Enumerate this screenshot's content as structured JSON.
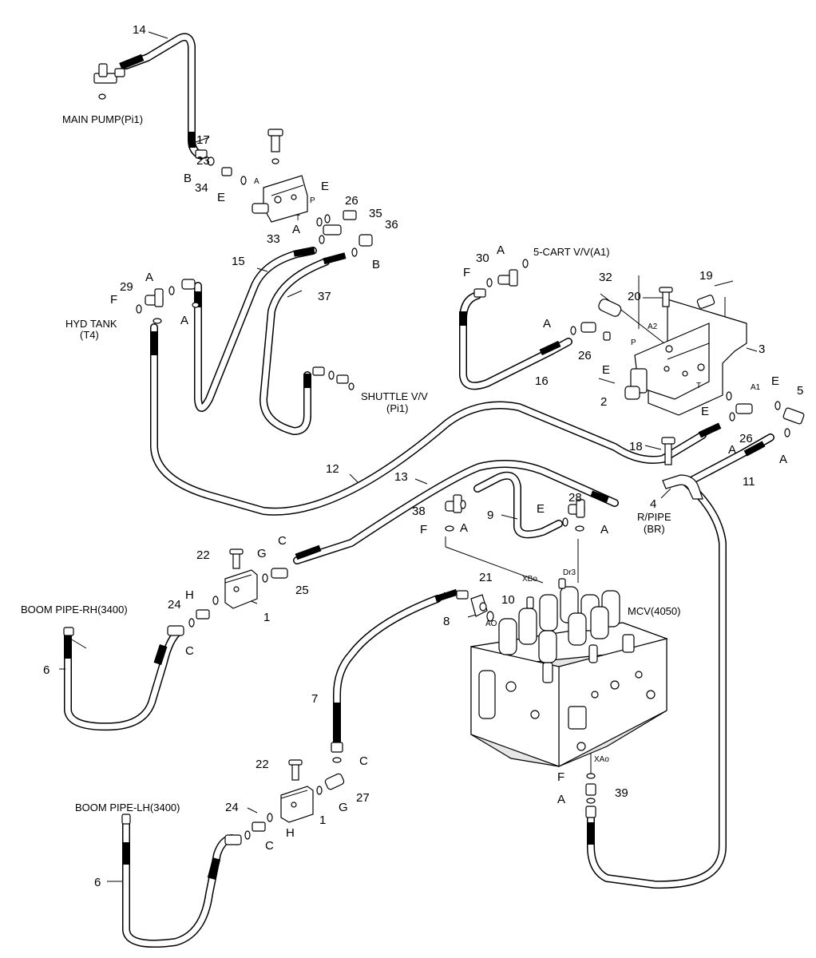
{
  "labels": {
    "main_pump": "MAIN PUMP(Pi1)",
    "hyd_tank_1": "HYD TANK",
    "hyd_tank_2": "(T4)",
    "shuttle_1": "SHUTTLE V/V",
    "shuttle_2": "(Pi1)",
    "cart_vv": "5-CART V/V(A1)",
    "rpipe_1": "R/PIPE",
    "rpipe_2": "(BR)",
    "boom_rh": "BOOM PIPE-RH(3400)",
    "boom_lh": "BOOM PIPE-LH(3400)",
    "mcv": "MCV(4050)",
    "port_a2": "A2",
    "port_p": "P",
    "port_t": "T",
    "port_a1": "A1",
    "port_xbo": "XBo",
    "port_dr3": "Dr3",
    "port_ao": "AO",
    "port_xao": "XAo",
    "port_a_small": "A",
    "port_p_small": "P",
    "port_t_small": "T"
  },
  "part_numbers": {
    "n1a": "1",
    "n1b": "1",
    "n2": "2",
    "n3": "3",
    "n4": "4",
    "n5": "5",
    "n6a": "6",
    "n6b": "6",
    "n7": "7",
    "n8": "8",
    "n9": "9",
    "n10": "10",
    "n11": "11",
    "n12": "12",
    "n13": "13",
    "n14": "14",
    "n15": "15",
    "n16": "16",
    "n17": "17",
    "n18": "18",
    "n19": "19",
    "n20": "20",
    "n21": "21",
    "n22a": "22",
    "n22b": "22",
    "n23": "23",
    "n24a": "24",
    "n24b": "24",
    "n25": "25",
    "n26a": "26",
    "n26b": "26",
    "n26c": "26",
    "n27": "27",
    "n28": "28",
    "n29": "29",
    "n30": "30",
    "n32": "32",
    "n33": "33",
    "n34": "34",
    "n35": "35",
    "n36": "36",
    "n37": "37",
    "n38": "38",
    "n39": "39"
  },
  "seal_letters": {
    "A": "A",
    "B": "B",
    "C": "C",
    "E": "E",
    "F": "F",
    "G": "G",
    "H": "H"
  }
}
